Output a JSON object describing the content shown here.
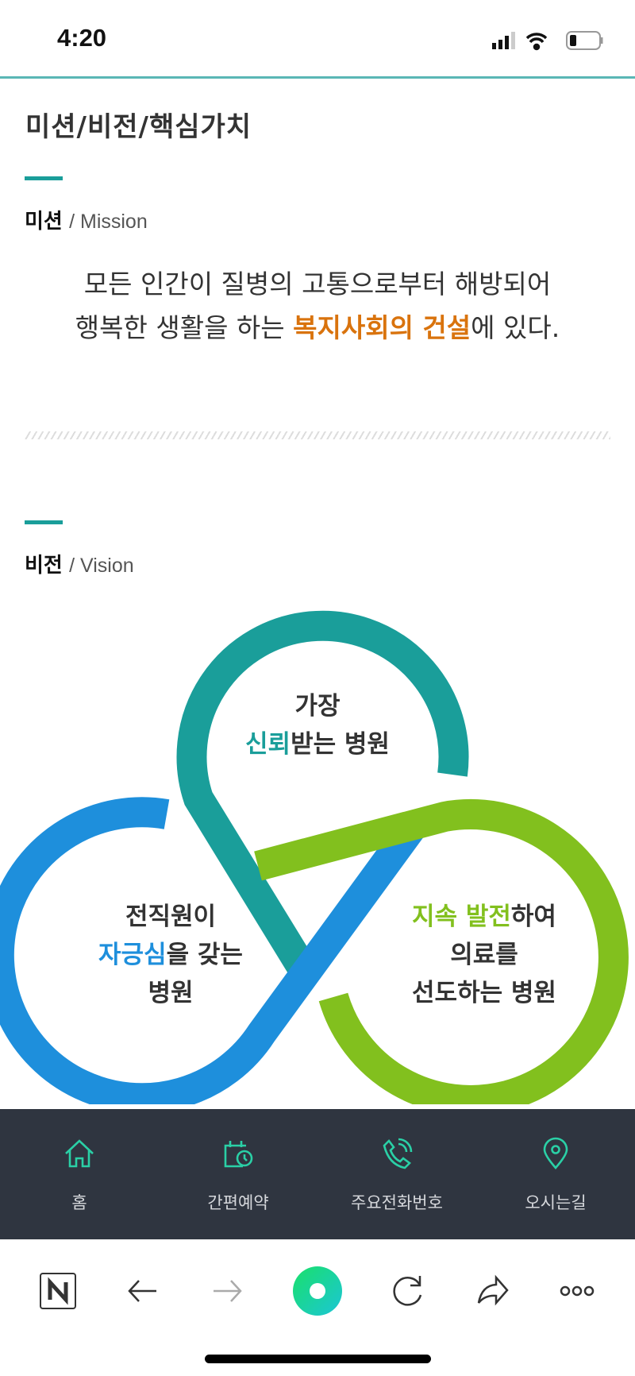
{
  "status": {
    "time": "4:20"
  },
  "page": {
    "title": "미션/비전/핵심가치"
  },
  "mission": {
    "label": "미션",
    "label_en": "/ Mission",
    "line1": "모든 인간이 질병의 고통으로부터 해방되어",
    "line2_pre": "행복한 생활을 하는 ",
    "line2_highlight": "복지사회의 건설",
    "line2_post": "에 있다."
  },
  "vision": {
    "label": "비전",
    "label_en": "/ Vision",
    "top": {
      "line1": "가장",
      "highlight": "신뢰",
      "rest": "받는 병원"
    },
    "left": {
      "line1": "전직원이",
      "highlight": "자긍심",
      "rest": "을 갖는",
      "line3": "병원"
    },
    "right": {
      "highlight": "지속 발전",
      "rest": "하여",
      "line2": "의료를",
      "line3": "선도하는 병원"
    }
  },
  "colors": {
    "teal": "#1a9e9a",
    "blue": "#1e8fdc",
    "green": "#82c01e",
    "orange": "#d9730d"
  },
  "bottom_nav": [
    {
      "label": "홈",
      "icon": "home-icon"
    },
    {
      "label": "간편예약",
      "icon": "calendar-clock-icon"
    },
    {
      "label": "주요전화번호",
      "icon": "phone-icon"
    },
    {
      "label": "오시는길",
      "icon": "location-pin-icon"
    }
  ]
}
